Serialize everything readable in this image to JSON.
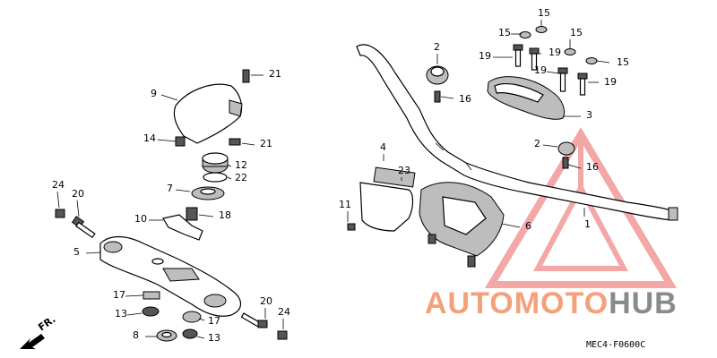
{
  "diagram_code": "MEC4-F0600C",
  "direction_label": "FR.",
  "watermark": {
    "prefix": "AUTOMOTO",
    "suffix": "HUB",
    "prefix_color": "#f4a07a",
    "suffix_color": "#8a8a8a",
    "logo_color": "#f08a8a"
  },
  "callouts": [
    "2",
    "15",
    "15",
    "15",
    "19",
    "19",
    "19",
    "19",
    "15",
    "21",
    "9",
    "16",
    "3",
    "14",
    "21",
    "2",
    "16",
    "4",
    "12",
    "23",
    "7",
    "22",
    "11",
    "6",
    "1",
    "10",
    "18",
    "24",
    "20",
    "5",
    "17",
    "13",
    "20",
    "17",
    "24",
    "8",
    "13"
  ]
}
